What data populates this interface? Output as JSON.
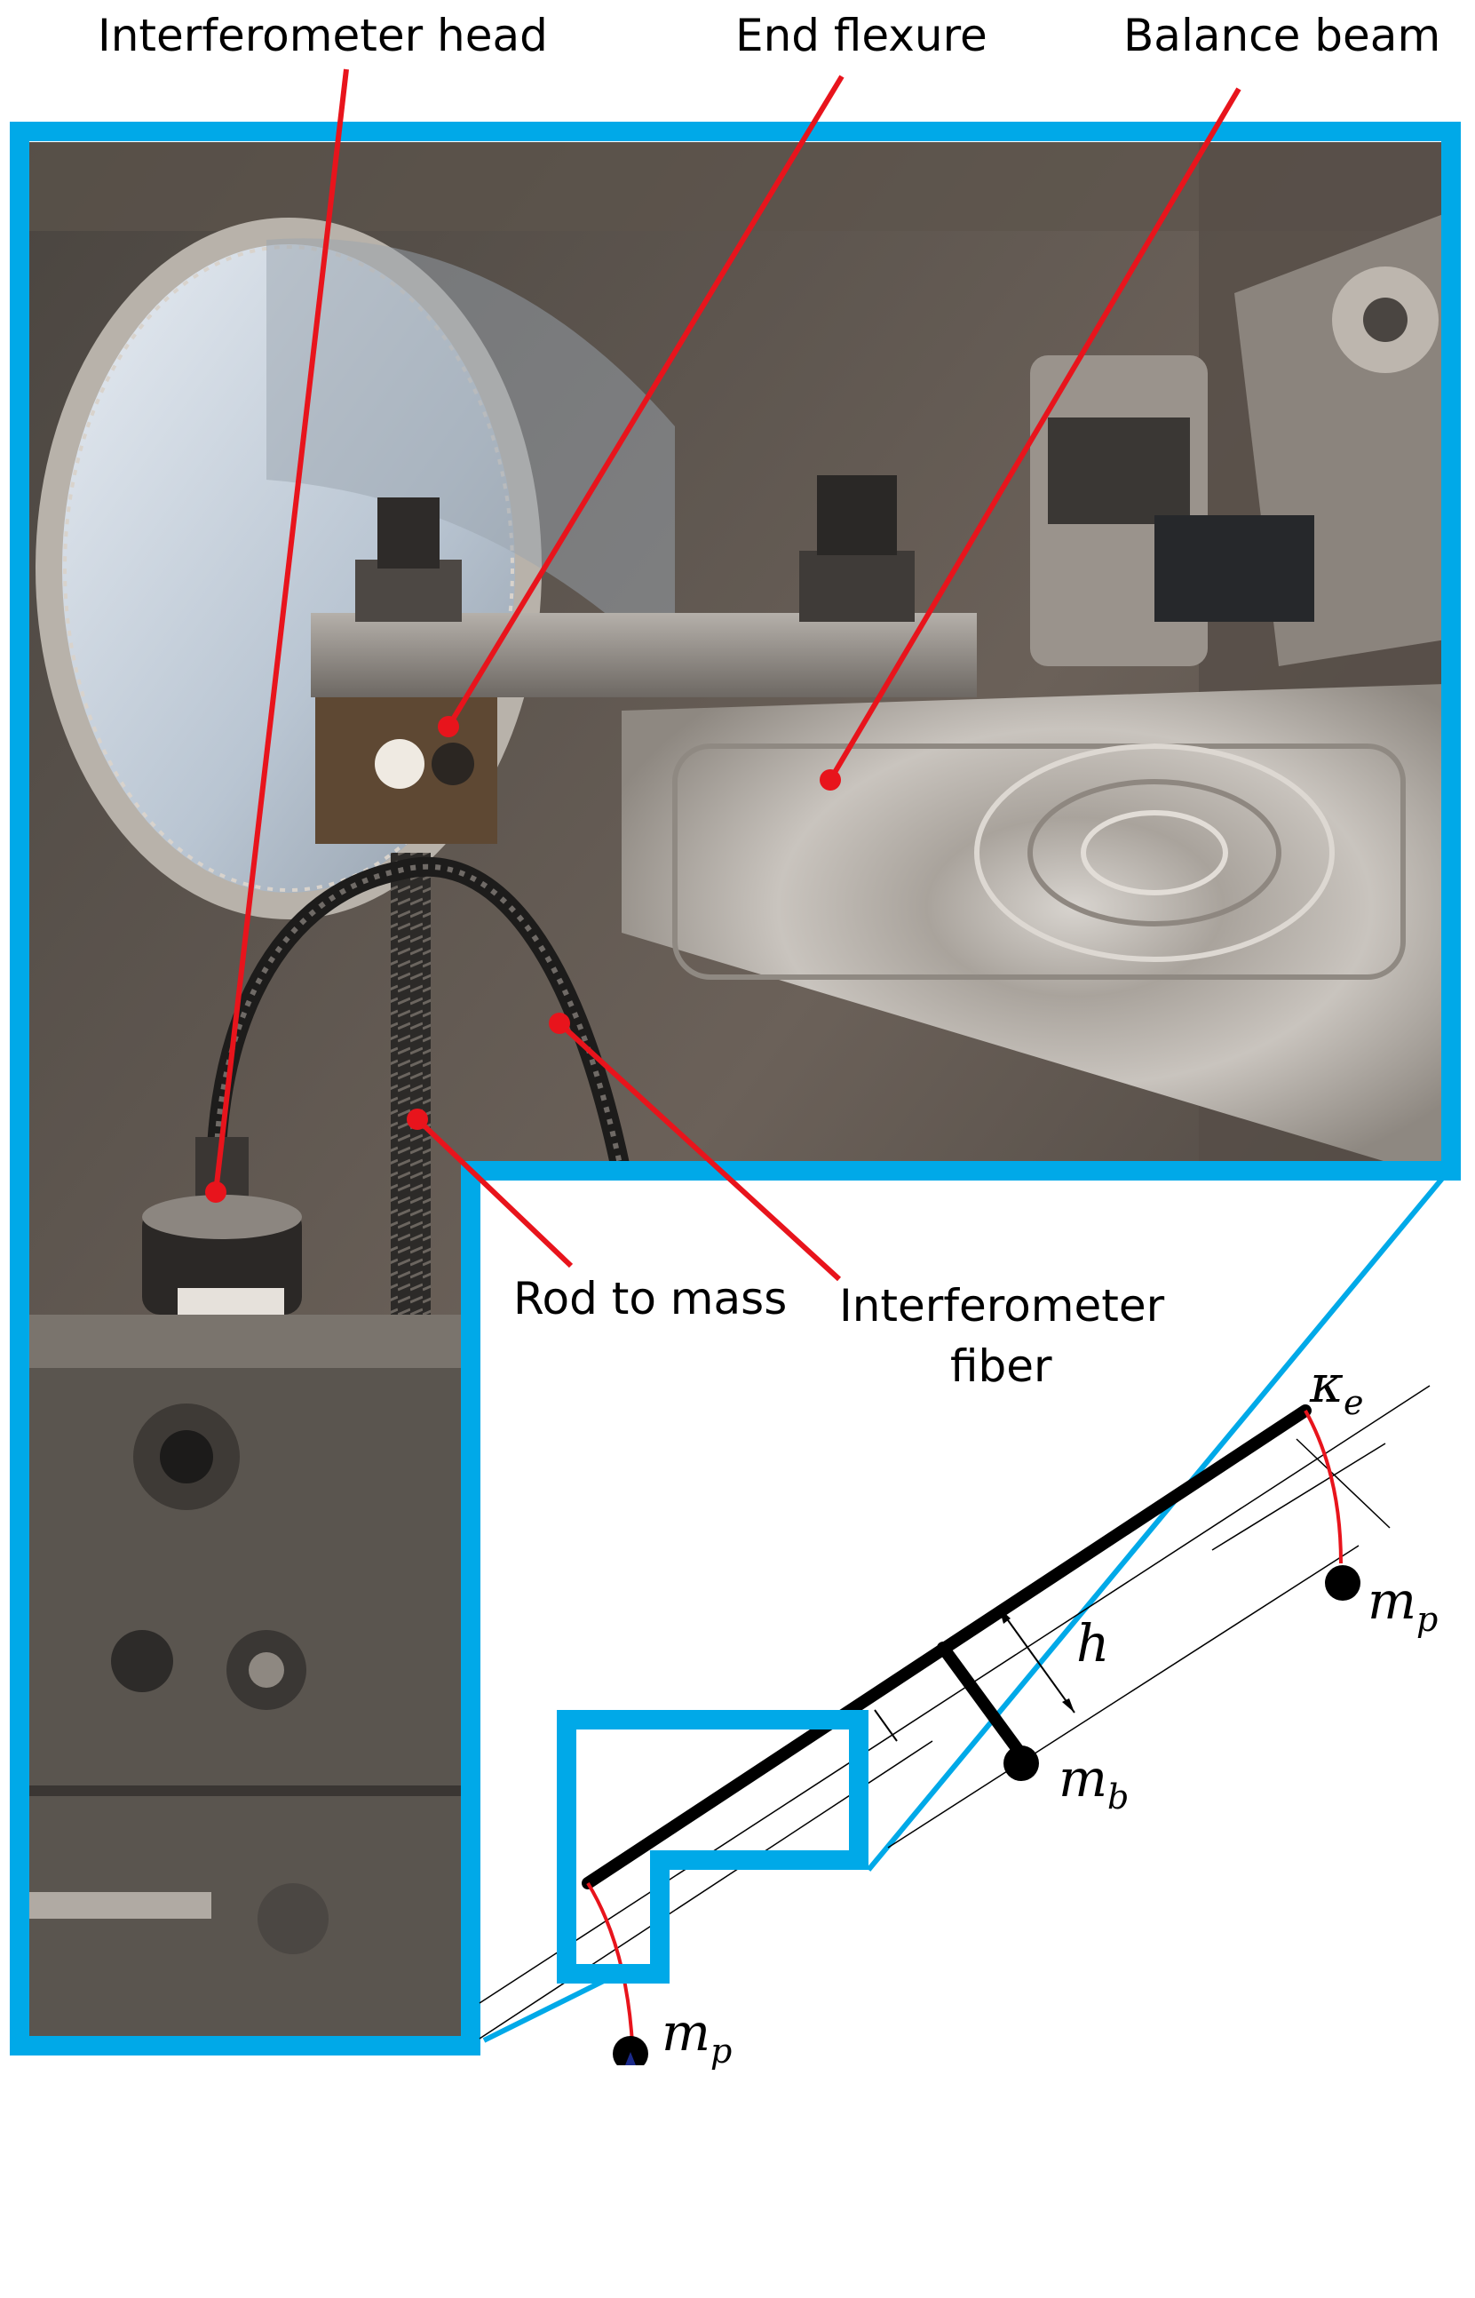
{
  "labels": {
    "interferometer_head": "Interferometer head",
    "end_flexure": "End flexure",
    "balance_beam": "Balance beam",
    "rod_to_mass": "Rod to mass",
    "interferometer_fiber_line1": "Interferometer",
    "interferometer_fiber_line2": "fiber"
  },
  "schematic": {
    "kappa_e": "κ",
    "kappa_sub": "e",
    "h": "h",
    "m": "m",
    "sub_p": "p",
    "sub_b": "b"
  },
  "colors": {
    "frame": "#00a9e8",
    "leader": "#e8141c",
    "beam": "#000000",
    "flexure": "#e8141c"
  }
}
